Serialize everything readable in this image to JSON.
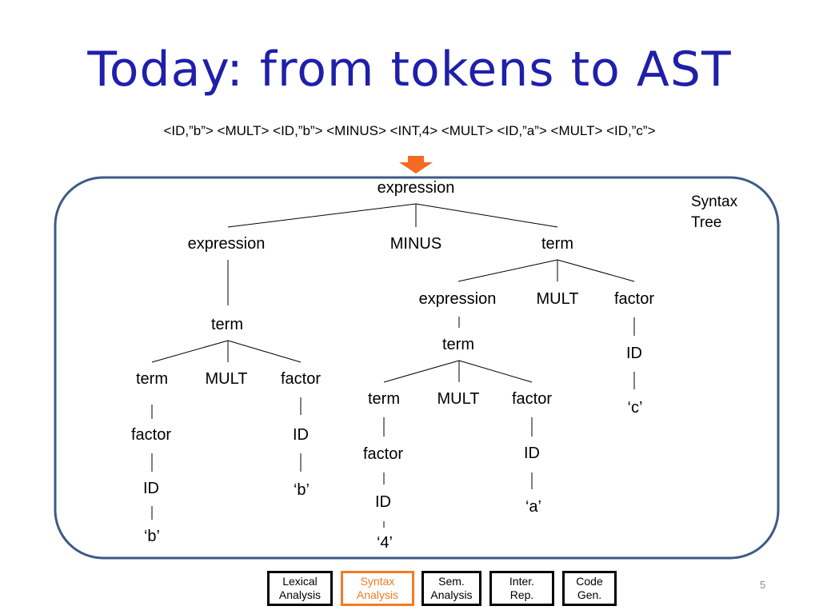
{
  "slide": {
    "title": "Today: from tokens to AST",
    "tokens": "<ID,”b”> <MULT> <ID,”b”> <MINUS> <INT,4> <MULT> <ID,”a”> <MULT> <ID,”c”>",
    "tree_label_line1": "Syntax",
    "tree_label_line2": "Tree",
    "page_number": "5"
  },
  "colors": {
    "title": "#1f1faa",
    "arrow": "#f26b21",
    "box_border": "#3e5a86",
    "active_stage": "#f47a20"
  },
  "tree": {
    "root": "expression",
    "l_expression": "expression",
    "minus": "MINUS",
    "r_term": "term",
    "l_term": "term",
    "l_term_term": "term",
    "l_mult": "MULT",
    "l_factor": "factor",
    "l_factor2": "factor",
    "l_id1": "ID",
    "l_b1": "‘b’",
    "l_id2": "ID",
    "l_b2": "‘b’",
    "r_expression": "expression",
    "r_mult": "MULT",
    "r_factor": "factor",
    "r_id_c": "ID",
    "r_c": "‘c’",
    "m_term": "term",
    "m_term_term": "term",
    "m_mult": "MULT",
    "m_factor": "factor",
    "m_factor2": "factor",
    "m_id4": "ID",
    "m_4": "‘4’",
    "m_id_a": "ID",
    "m_a": "‘a’"
  },
  "pipeline": [
    {
      "line1": "Lexical",
      "line2": "Analysis",
      "active": false
    },
    {
      "line1": "Syntax",
      "line2": "Analysis",
      "active": true
    },
    {
      "line1": "Sem.",
      "line2": "Analysis",
      "active": false
    },
    {
      "line1": "Inter.",
      "line2": "Rep.",
      "active": false
    },
    {
      "line1": "Code",
      "line2": "Gen.",
      "active": false
    }
  ]
}
